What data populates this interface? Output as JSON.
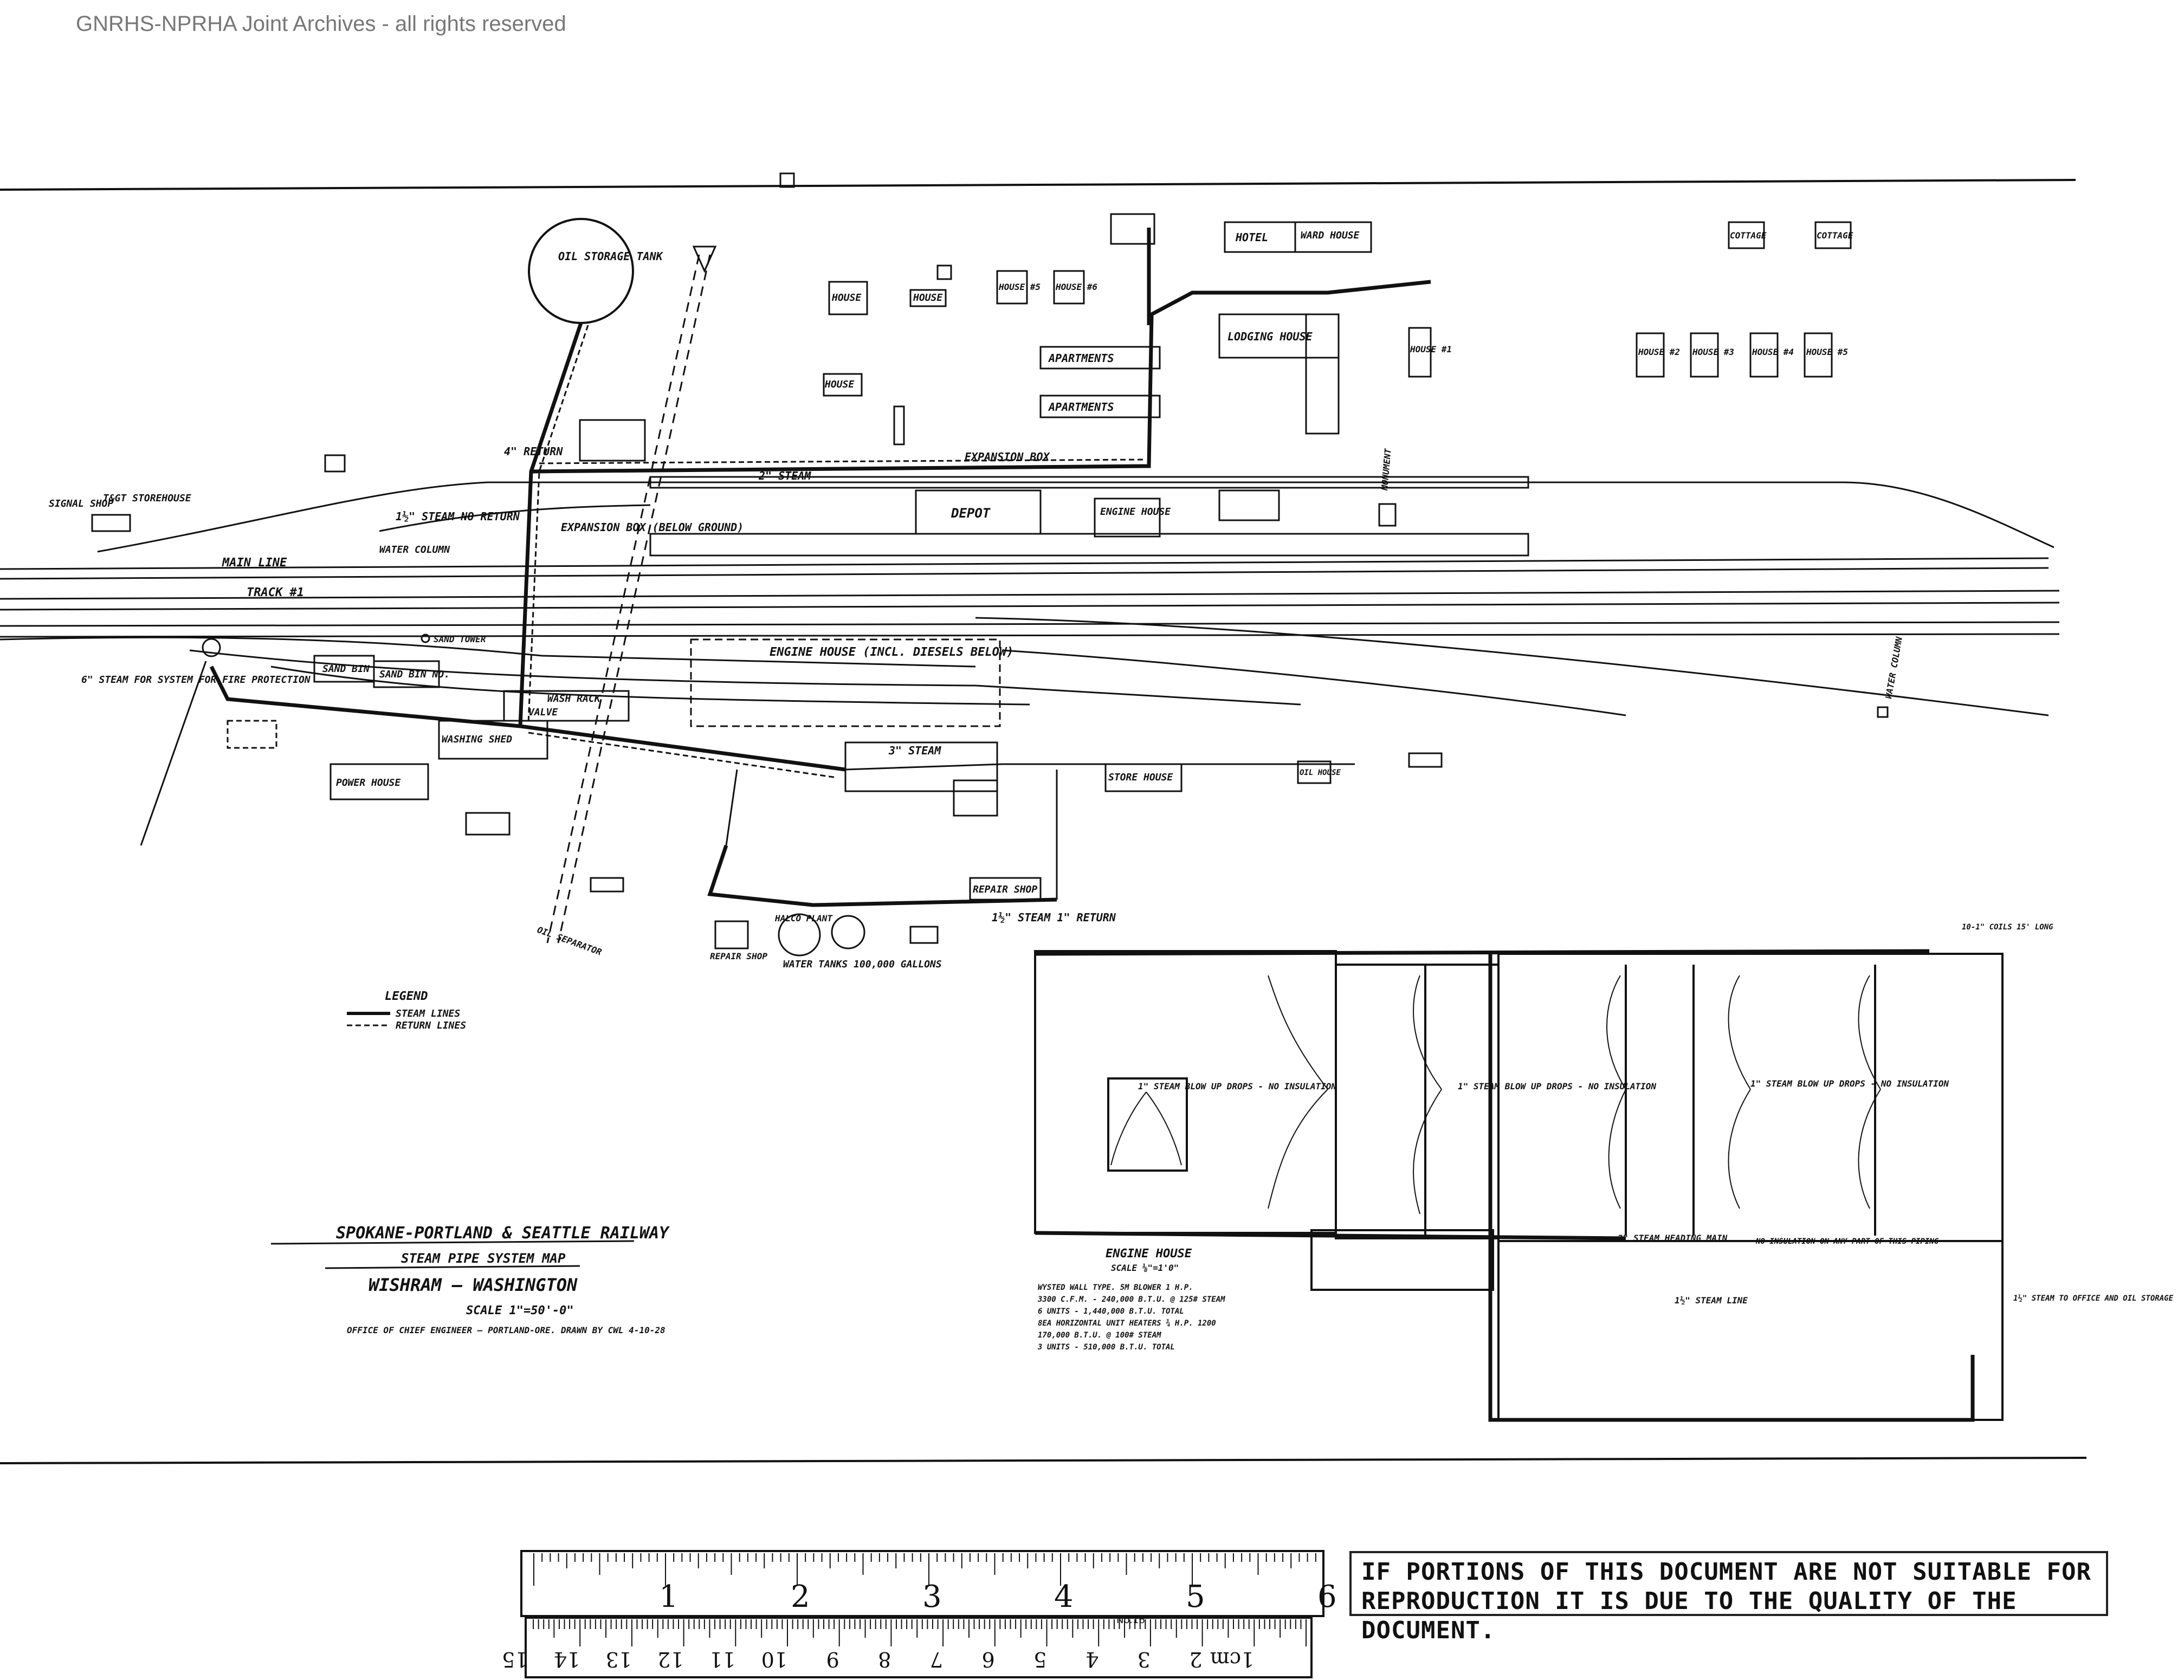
{
  "watermark": "GNRHS-NPRHA Joint Archives - all rights reserved",
  "title_block": {
    "railway": "SPOKANE-PORTLAND & SEATTLE RAILWAY",
    "map_title": "STEAM PIPE SYSTEM MAP",
    "location": "WISHRAM — WASHINGTON",
    "scale": "SCALE 1\"=50'-0\"",
    "office": "OFFICE OF CHIEF ENGINEER — PORTLAND-ORE. DRAWN BY CWL 4-10-28"
  },
  "legend": {
    "heading": "LEGEND",
    "steam": "STEAM LINES",
    "return": "RETURN LINES"
  },
  "buildings": {
    "oil_tank": "OIL STORAGE TANK",
    "signal_shop": "SIGNAL SHOP",
    "tgt_storehouse": "T&GT STOREHOUSE",
    "depot": "DEPOT",
    "hotel": "HOTEL",
    "ward_house": "WARD HOUSE",
    "lodging_house": "LODGING HOUSE",
    "apartments1": "APARTMENTS",
    "apartments2": "APARTMENTS",
    "house_a": "HOUSE",
    "house_b": "HOUSE",
    "house_c": "HOUSE",
    "house_5": "HOUSE #5",
    "house_6": "HOUSE #6",
    "house_1": "HOUSE #1",
    "house_2": "HOUSE #2",
    "house_3": "HOUSE #3",
    "house_4": "HOUSE #4",
    "house_7": "HOUSE #5",
    "cottage1": "COTTAGE",
    "cottage2": "COTTAGE",
    "engine_house_top": "ENGINE HOUSE",
    "engine_house_yard": "ENGINE HOUSE (INCL. DIESELS BELOW)",
    "sand_bin1": "SAND BIN",
    "sand_bin2": "SAND BIN NO.",
    "wash_rack": "WASH RACK",
    "wash_shed": "WASHING SHED",
    "power_house": "POWER HOUSE",
    "store_house": "STORE HOUSE",
    "repair_shop": "REPAIR SHOP",
    "repair_shop2": "REPAIR SHOP",
    "oil_house": "OIL HOUSE",
    "water_tanks": "WATER TANKS 100,000 GALLONS",
    "halco": "HALCO PLANT",
    "oil_separator": "OIL SEPARATOR",
    "sand_tower": "SAND TOWER",
    "water_column": "WATER COLUMN",
    "water_column2": "WATER COLUMN",
    "monument": "MONUMENT",
    "track1": "TRACK #1",
    "main_line": "MAIN LINE"
  },
  "pipe_labels": {
    "return4": "4\" RETURN",
    "steam2": "2\" STEAM",
    "exp_box": "EXPANSION BOX",
    "exp_box_below": "EXPANSION BOX (BELOW GROUND)",
    "steam_no_return": "1½\" STEAM NO RETURN",
    "steam3": "3\" STEAM",
    "steam_return": "1½\" STEAM 1\" RETURN",
    "fire_prot": "6\" STEAM FOR SYSTEM FOR FIRE PROTECTION",
    "valve": "VALVE"
  },
  "engine_house_detail": {
    "title": "ENGINE HOUSE",
    "scale": "SCALE ⅛\"=1'0\"",
    "blowup": "1\" STEAM BLOW UP DROPS - NO INSULATION",
    "header": "3\" STEAM HEADING MAIN",
    "no_insulation": "NO INSULATION ON ANY PART OF THIS PIPING",
    "steam_line": "1½\" STEAM LINE",
    "to_office": "1½\" STEAM TO OFFICE AND OIL STORAGE",
    "coils": "10-1\" COILS 15' LONG",
    "specs": [
      "WYSTED WALL TYPE. 5M BLOWER 1 H.P.",
      "3300 C.F.M. - 240,000 B.T.U. @ 125# STEAM",
      "6 UNITS - 1,440,000 B.T.U. TOTAL",
      "8EA HORIZONTAL UNIT HEATERS ¾ H.P. 1200",
      "170,000 B.T.U. @ 100# STEAM",
      "3 UNITS - 510,000 B.T.U. TOTAL"
    ]
  },
  "ruler": {
    "inches": [
      "1",
      "2",
      "3",
      "4",
      "5",
      "6"
    ],
    "cm": [
      "1cm",
      "2",
      "3",
      "4",
      "5",
      "6",
      "7",
      "8",
      "9",
      "10",
      "11",
      "12",
      "13",
      "14",
      "15"
    ],
    "brand": "No.16"
  },
  "notice": "IF PORTIONS OF THIS DOCUMENT ARE NOT SUITABLE FOR REPRODUCTION IT IS DUE TO THE QUALITY OF THE DOCUMENT."
}
